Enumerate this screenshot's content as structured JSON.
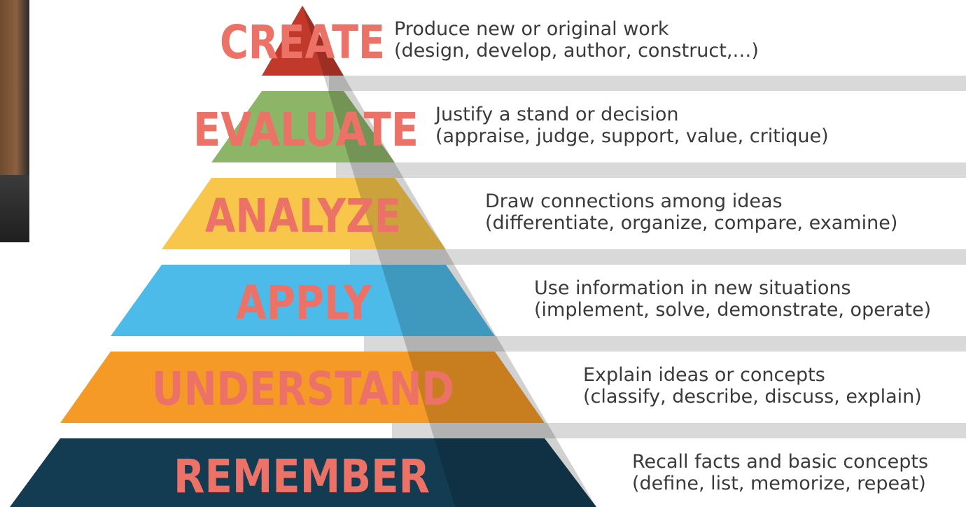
{
  "tiers": [
    {
      "label": "CREATE",
      "color": "#c0392b",
      "description": "Produce new or original work",
      "examples": "(design, develop, author, construct,…)"
    },
    {
      "label": "EVALUATE",
      "color": "#8db567",
      "description": "Justify a stand or decision",
      "examples": "(appraise, judge, support, value, critique)"
    },
    {
      "label": "ANALYZE",
      "color": "#f8c64a",
      "description": "Draw connections among ideas",
      "examples": "(differentiate, organize, compare, examine)"
    },
    {
      "label": "APPLY",
      "color": "#4dbbe9",
      "description": "Use information in new situations",
      "examples": "(implement, solve, demonstrate, operate)"
    },
    {
      "label": "UNDERSTAND",
      "color": "#f59a27",
      "description": "Explain ideas or concepts",
      "examples": "(classify, describe, discuss, explain)"
    },
    {
      "label": "REMEMBER",
      "color": "#133c52",
      "description": "Recall facts and basic concepts",
      "examples": "(define, list, memorize, repeat)"
    }
  ],
  "colors": {
    "label_text": "#ec7267",
    "separator_band": "#d9d9d9",
    "photo_edge": "#5a3e2a"
  },
  "decor": {
    "left_photo": "portrait-photo-fragment"
  }
}
